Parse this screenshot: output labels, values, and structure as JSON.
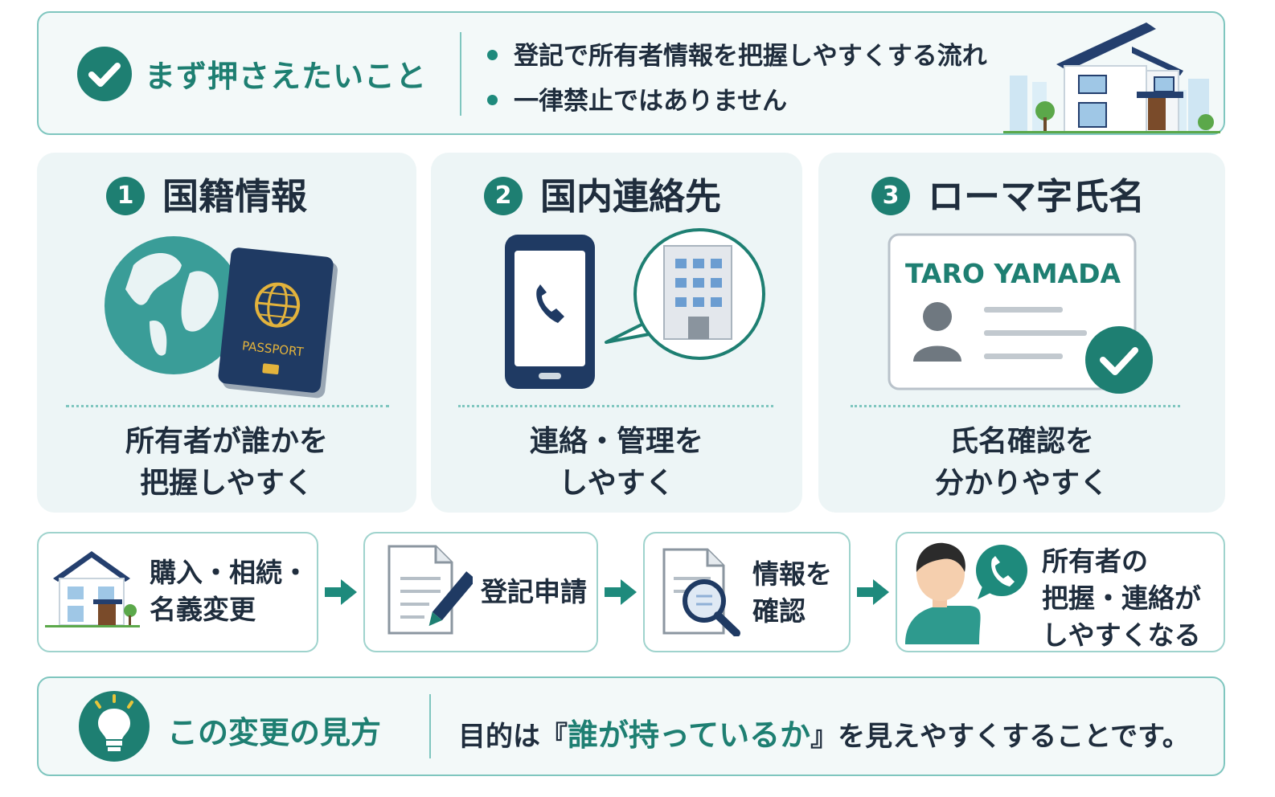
{
  "top": {
    "title": "まず押さえたいこと",
    "bullets": [
      "登記で所有者情報を把握しやすくする流れ",
      "一律禁止ではありません"
    ]
  },
  "sections": [
    {
      "num": "1",
      "title": "国籍情報",
      "desc1": "所有者が誰かを",
      "desc2": "把握しやすく",
      "passport_label": "PASSPORT"
    },
    {
      "num": "2",
      "title": "国内連絡先",
      "desc1": "連絡・管理を",
      "desc2": "しやすく"
    },
    {
      "num": "3",
      "title": "ローマ字氏名",
      "desc1": "氏名確認を",
      "desc2": "分かりやすく",
      "card_name": "TARO YAMADA"
    }
  ],
  "flow": [
    {
      "line1": "購入・相続・",
      "line2": "名義変更"
    },
    {
      "line1": "登記申請"
    },
    {
      "line1": "情報を",
      "line2": "確認"
    },
    {
      "line1": "所有者の",
      "line2": "把握・連絡が",
      "line3": "しやすくなる"
    }
  ],
  "bottom": {
    "title": "この変更の見方",
    "msg_pre": "目的は『",
    "msg_highlight": "誰が持っているか",
    "msg_post": "』を見えやすくすることです。"
  },
  "colors": {
    "accent": "#1e7f72",
    "border": "#7fc6bf",
    "navy": "#1f3a63",
    "panel": "#edf5f6"
  }
}
